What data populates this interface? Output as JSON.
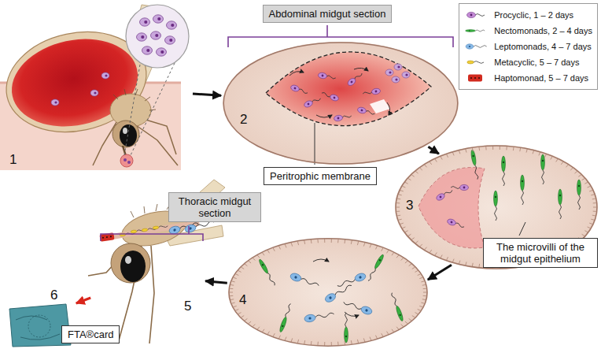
{
  "diagram": {
    "nodes": [
      {
        "text": [
          "1"
        ]
      },
      {
        "text": [
          "Abdominal midgut section"
        ]
      },
      {
        "text": [
          "2"
        ]
      },
      {
        "text": [
          "Peritrophic membrane"
        ]
      },
      {
        "text": [
          "3"
        ]
      },
      {
        "text": [
          "The microvilli of the midgut epithelium"
        ]
      },
      {
        "text": [
          "4"
        ]
      },
      {
        "text": [
          "Thoracic midgut section"
        ]
      },
      {
        "text": [
          "5"
        ]
      },
      {
        "text": [
          "6"
        ]
      },
      {
        "text": [
          "FTA®card"
        ]
      }
    ],
    "edges": [
      {
        "from": 0,
        "to": 2,
        "arrow": "to"
      },
      {
        "from": 2,
        "to": 4,
        "arrow": "to"
      },
      {
        "from": 4,
        "to": 6,
        "arrow": "to"
      },
      {
        "from": 6,
        "to": 8,
        "arrow": "to"
      },
      {
        "from": 8,
        "to": 9,
        "arrow": "to"
      }
    ],
    "legend": [
      {
        "text": "Procyclic, 1 – 2 days"
      },
      {
        "text": "Nectomonads, 2 – 4 days"
      },
      {
        "text": "Leptomonads, 4 – 7 days"
      },
      {
        "text": "Metacyclic, 5 – 7 days"
      },
      {
        "text": "Haptomonad, 5 – 7 days"
      }
    ]
  }
}
